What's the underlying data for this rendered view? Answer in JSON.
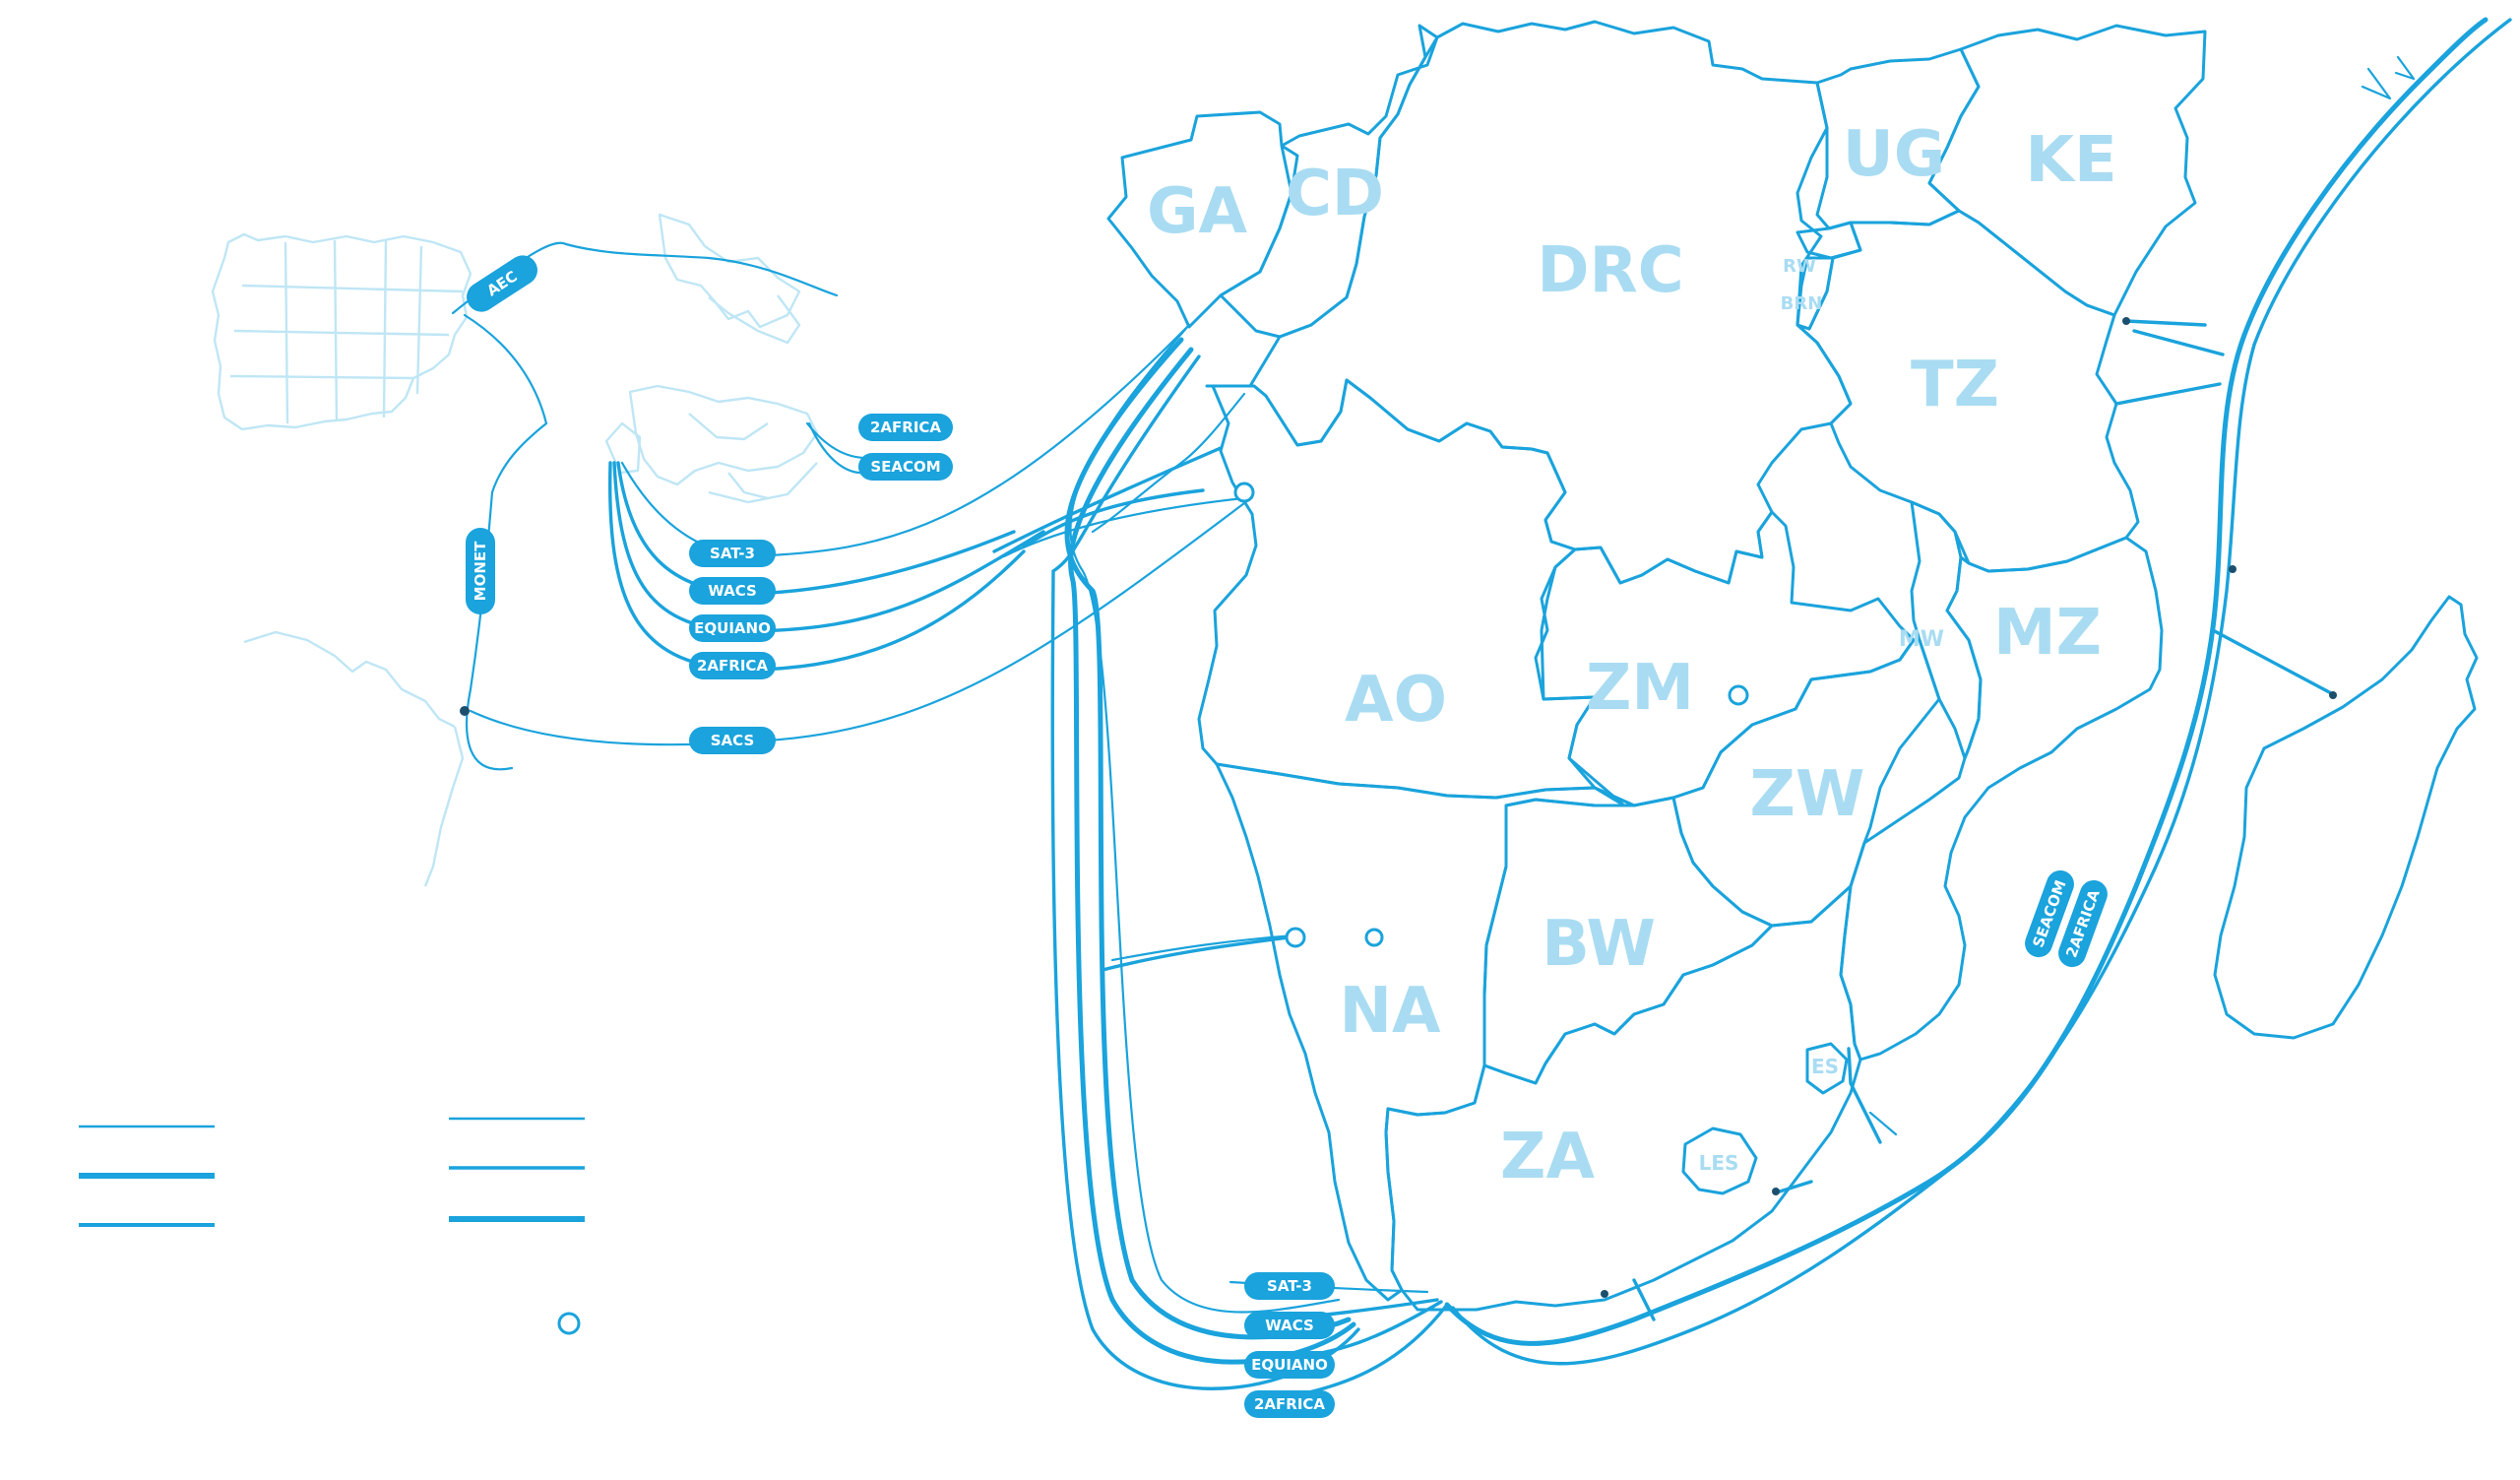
{
  "countries": {
    "GA": "GA",
    "CD": "CD",
    "DRC": "DRC",
    "UG": "UG",
    "KE": "KE",
    "RW": "RW",
    "BRN": "BRN",
    "TZ": "TZ",
    "AO": "AO",
    "ZM": "ZM",
    "MW": "MW",
    "MZ": "MZ",
    "ZW": "ZW",
    "BW": "BW",
    "NA": "NA",
    "ZA": "ZA",
    "ES": "ES",
    "LES": "LES"
  },
  "cables": {
    "aec": "AEC",
    "monet": "MONET",
    "africa2_north": "2AFRICA",
    "seacom_north": "SEACOM",
    "sat3": "SAT-3",
    "wacs": "WACS",
    "equiano": "EQUIANO",
    "africa2": "2AFRICA",
    "sacs": "SACS",
    "sat3_south": "SAT-3",
    "wacs_south": "WACS",
    "equiano_south": "EQUIANO",
    "africa2_south": "2AFRICA",
    "seacom_east": "SEACOM",
    "africa2_east": "2AFRICA"
  },
  "colors": {
    "cable": "#1aa3dc",
    "country_label": "#a9dcf2",
    "pill_text": "#ffffff",
    "landing_point": "#1c4f6d"
  },
  "icons": {
    "legend_node": "hollow-circle-icon",
    "north_arrows": "double-arrow-icon"
  }
}
